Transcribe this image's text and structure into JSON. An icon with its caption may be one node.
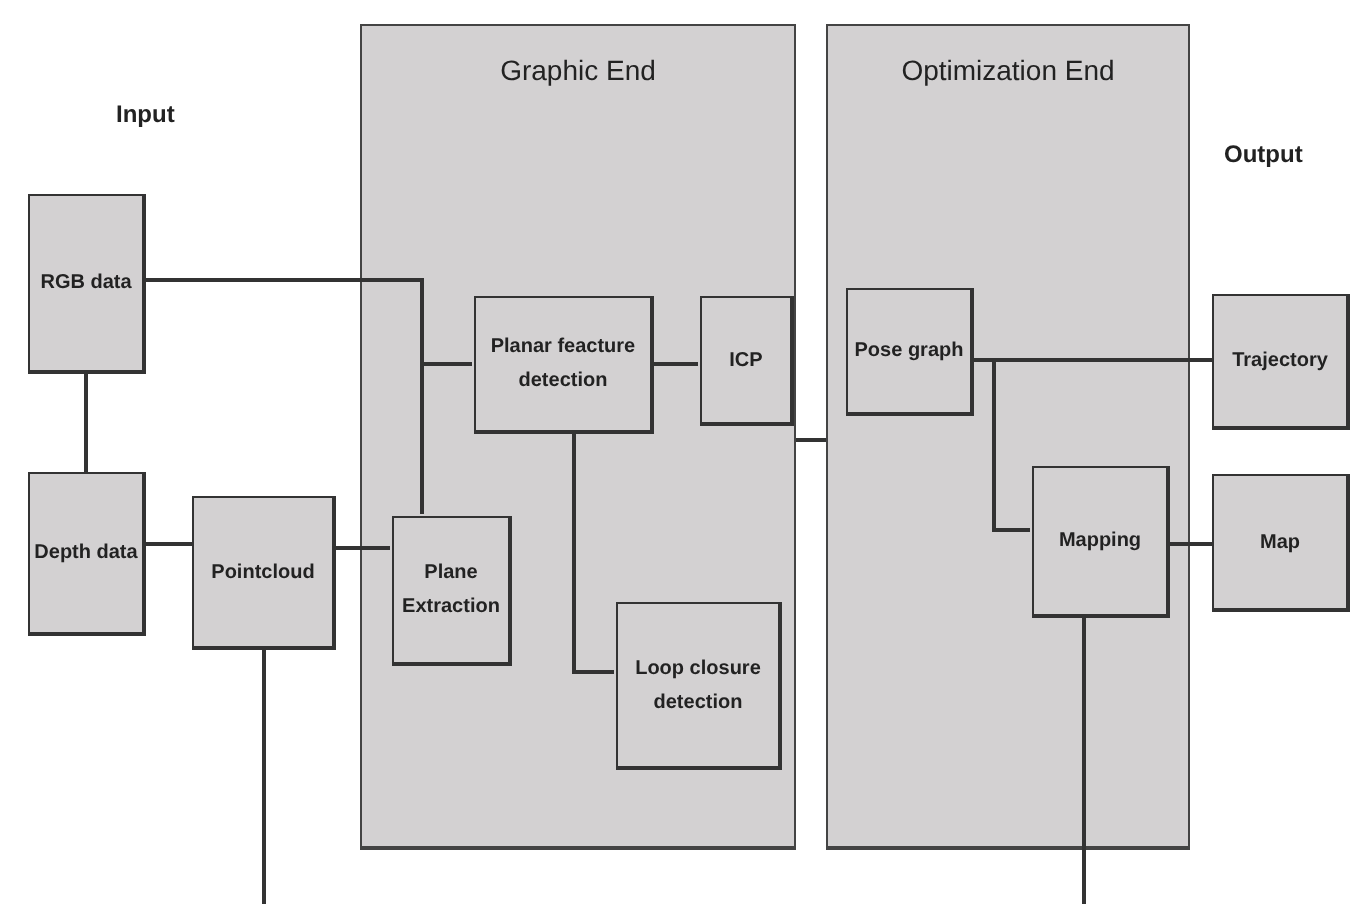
{
  "diagram": {
    "nodes": [
      {
        "text": [
          "Graphic End"
        ]
      },
      {
        "text": [
          "Optimization End"
        ]
      },
      {
        "text": [
          "RGB data"
        ]
      },
      {
        "text": [
          "Depth data"
        ]
      },
      {
        "text": [
          "Pointcloud"
        ]
      },
      {
        "text": [
          "Planar feacture detection"
        ],
        "in": 0
      },
      {
        "text": [
          "ICP"
        ],
        "in": 0
      },
      {
        "text": [
          "Plane Extraction"
        ],
        "in": 0
      },
      {
        "text": [
          "Loop closure detection"
        ],
        "in": 0
      },
      {
        "text": [
          "Pose graph"
        ],
        "in": 1
      },
      {
        "text": [
          "Mapping"
        ],
        "in": 1
      },
      {
        "text": [
          "Trajectory"
        ]
      },
      {
        "text": [
          "Map"
        ]
      }
    ],
    "edges": [
      {
        "from": 2,
        "to": 3,
        "arrow": "none"
      },
      {
        "from": 2,
        "to": 5,
        "arrow": "none"
      },
      {
        "from": 2,
        "to": 7,
        "arrow": "none"
      },
      {
        "from": 3,
        "to": 4,
        "arrow": "none"
      },
      {
        "from": 4,
        "to": 7,
        "arrow": "none"
      },
      {
        "from": 4,
        "to": null,
        "arrow": "none"
      },
      {
        "from": 5,
        "to": 6,
        "arrow": "none"
      },
      {
        "from": 5,
        "to": 8,
        "arrow": "none"
      },
      {
        "from": 0,
        "to": 1,
        "arrow": "none"
      },
      {
        "from": 9,
        "to": 11,
        "arrow": "none"
      },
      {
        "from": 9,
        "to": 10,
        "arrow": "none"
      },
      {
        "from": 10,
        "to": 12,
        "arrow": "none"
      },
      {
        "from": 10,
        "to": null,
        "arrow": "none"
      }
    ],
    "labels": [
      "Input",
      "Output"
    ]
  }
}
